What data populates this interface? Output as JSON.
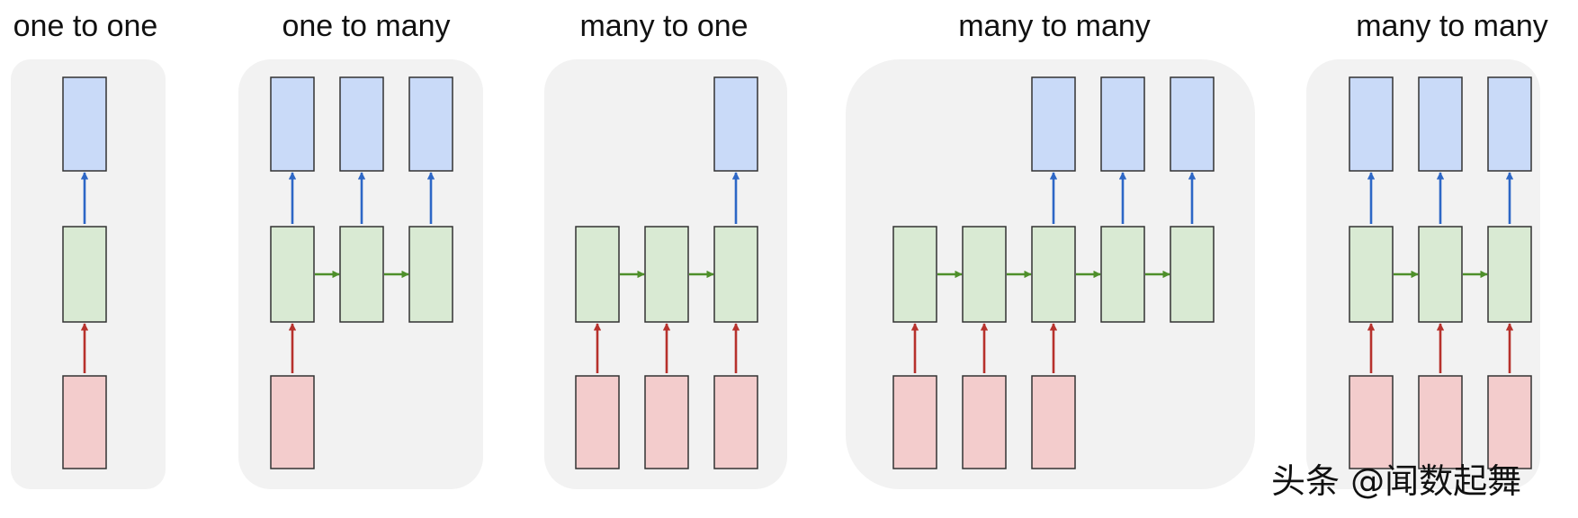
{
  "panels": [
    {
      "title": "one to one",
      "steps": [
        {
          "input": true,
          "output": true
        }
      ]
    },
    {
      "title": "one to many",
      "steps": [
        {
          "input": true,
          "output": true
        },
        {
          "input": false,
          "output": true
        },
        {
          "input": false,
          "output": true
        }
      ]
    },
    {
      "title": "many to one",
      "steps": [
        {
          "input": true,
          "output": false
        },
        {
          "input": true,
          "output": false
        },
        {
          "input": true,
          "output": true
        }
      ]
    },
    {
      "title": "many to many",
      "steps": [
        {
          "input": true,
          "output": false
        },
        {
          "input": true,
          "output": false
        },
        {
          "input": true,
          "output": true
        },
        {
          "input": false,
          "output": true
        },
        {
          "input": false,
          "output": true
        }
      ]
    },
    {
      "title": "many to many",
      "steps": [
        {
          "input": true,
          "output": true
        },
        {
          "input": true,
          "output": true
        },
        {
          "input": true,
          "output": true
        }
      ]
    }
  ],
  "watermark": "头条 @闻数起舞",
  "colors": {
    "panel_bg": "#f2f2f2",
    "input_fill": "#f3cccc",
    "hidden_fill": "#d9ead3",
    "output_fill": "#c9daf8",
    "box_stroke": "#333333",
    "input_arrow": "#b7312c",
    "hidden_arrow": "#4e8f2a",
    "output_arrow": "#2d67c6"
  }
}
